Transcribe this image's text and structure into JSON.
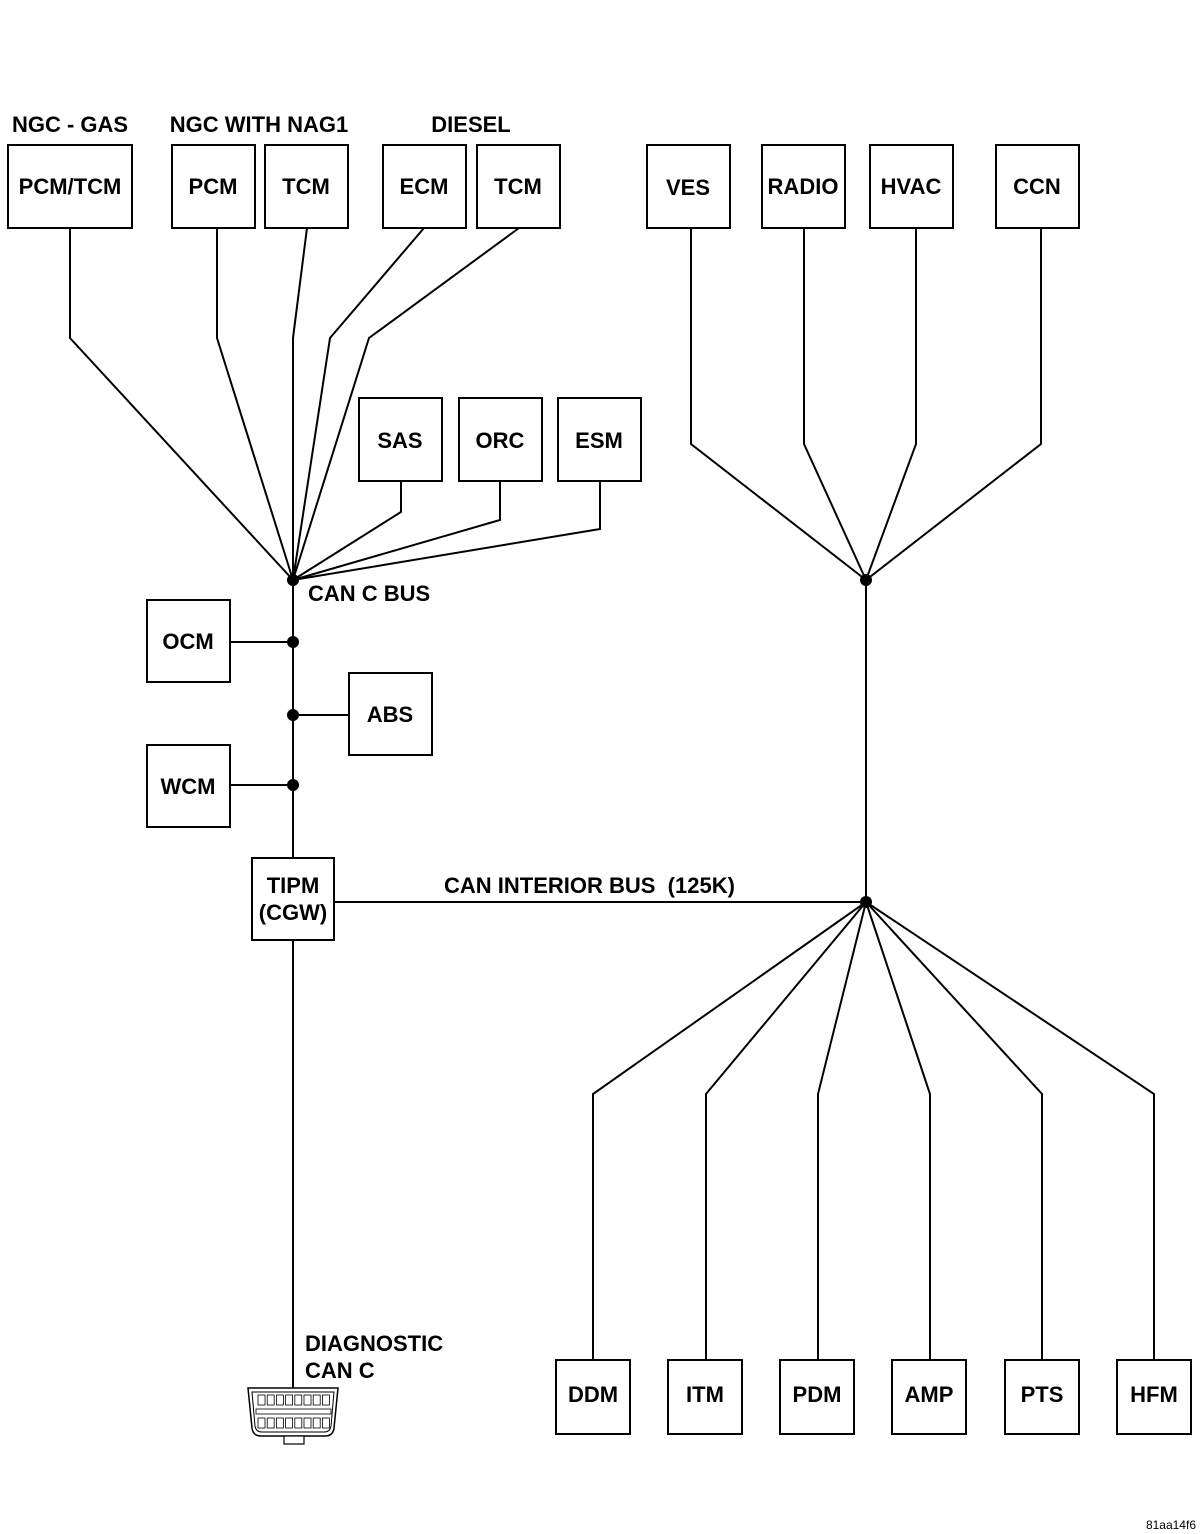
{
  "headers": {
    "ngc_gas": "NGC - GAS",
    "ngc_nag1": "NGC WITH NAG1",
    "diesel": "DIESEL"
  },
  "modules": {
    "pcm_tcm": "PCM/TCM",
    "pcm": "PCM",
    "tcm_nag1": "TCM",
    "ecm": "ECM",
    "tcm_diesel": "TCM",
    "ves": "VES",
    "radio": "RADIO",
    "hvac": "HVAC",
    "ccn": "CCN",
    "sas": "SAS",
    "orc": "ORC",
    "esm": "ESM",
    "ocm": "OCM",
    "abs": "ABS",
    "wcm": "WCM",
    "tipm_line1": "TIPM",
    "tipm_line2": "(CGW)",
    "ddm": "DDM",
    "itm": "ITM",
    "pdm": "PDM",
    "amp": "AMP",
    "pts": "PTS",
    "hfm": "HFM"
  },
  "bus_labels": {
    "can_c": "CAN C BUS",
    "can_interior": "CAN INTERIOR BUS  (125K)",
    "diagnostic_line1": "DIAGNOSTIC",
    "diagnostic_line2": "CAN C"
  },
  "figure_id": "81aa14f6"
}
